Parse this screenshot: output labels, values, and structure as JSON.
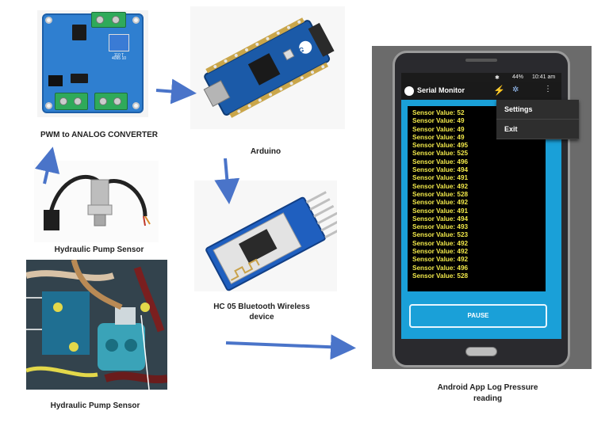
{
  "captions": {
    "pwm": "PWM to ANALOG CONVERTER",
    "arduino": "Arduino",
    "sensor": "Hydraulic Pump Sensor",
    "bluetooth_line1": "HC 05 Bluetooth Wireless",
    "bluetooth_line2": "device",
    "pump": "Hydraulic Pump Sensor",
    "app_line1": "Android App Log Pressure",
    "app_line2": "reading"
  },
  "phone": {
    "status_time": "10:41 am",
    "status_battery": "44%",
    "app_title": "Serial Monitor",
    "menu_items": [
      "Settings",
      "Exit"
    ],
    "pause_label": "PAUSE",
    "log_lines": [
      "Sensor Value: 52",
      "Sensor Value: 49",
      "Sensor Value: 49",
      "Sensor Value: 49",
      "Sensor Value: 495",
      "Sensor Value: 525",
      "Sensor Value: 496",
      "Sensor Value: 494",
      "Sensor Value: 491",
      "Sensor Value: 492",
      "Sensor Value: 528",
      "Sensor Value: 492",
      "Sensor Value: 491",
      "Sensor Value: 494",
      "Sensor Value: 493",
      "Sensor Value: 523",
      "Sensor Value: 492",
      "Sensor Value: 492",
      "Sensor Value: 492",
      "Sensor Value: 496",
      "Sensor Value: 528"
    ]
  },
  "pcb_labels": {
    "pwm_chip": "110 T\n4095 10",
    "arduino_logo": "G"
  },
  "colors": {
    "arrow": "#4a74c9",
    "pcb_blue": "#2f7fd0",
    "app_blue": "#1aa0d8",
    "log_text": "#f2e94a"
  }
}
